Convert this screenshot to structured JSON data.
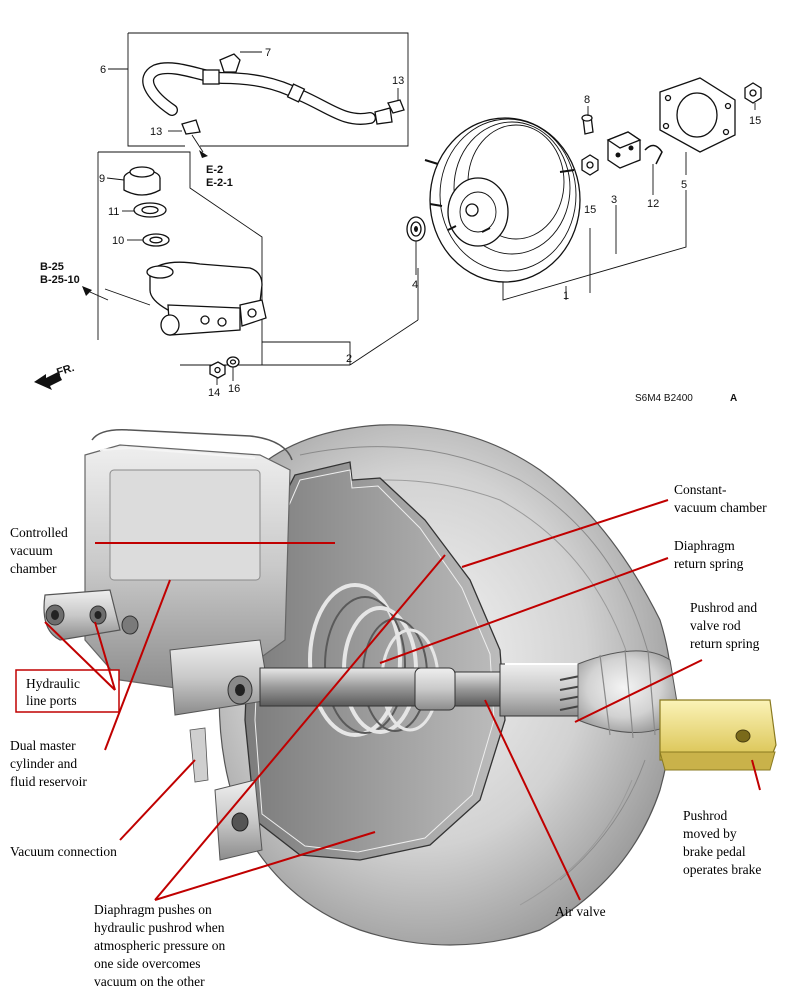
{
  "exploded_view": {
    "part_numbers": {
      "n1": "1",
      "n2": "2",
      "n3": "3",
      "n4": "4",
      "n5": "5",
      "n6": "6",
      "n7": "7",
      "n8": "8",
      "n9": "9",
      "n10": "10",
      "n11": "11",
      "n12": "12",
      "n13a": "13",
      "n13b": "13",
      "n14": "14",
      "n15a": "15",
      "n15b": "15",
      "n16": "16"
    },
    "refs": {
      "e2": "E-2",
      "e21": "E-2-1",
      "b25": "B-25",
      "b2510": "B-25-10",
      "front": "FR."
    },
    "diagram_code": "S6M4  B2400",
    "diagram_suffix": "A"
  },
  "cutaway_labels": {
    "controlled_1": "Controlled",
    "controlled_2": "vacuum",
    "controlled_3": "chamber",
    "hydraulic_1": "Hydraulic",
    "hydraulic_2": "line ports",
    "dual_1": "Dual master",
    "dual_2": "cylinder and",
    "dual_3": "fluid reservoir",
    "vacuum_connection": "Vacuum connection",
    "diaphragm_1": "Diaphragm pushes on",
    "diaphragm_2": "hydraulic pushrod when",
    "diaphragm_3": "atmospheric pressure on",
    "diaphragm_4": "one side overcomes",
    "diaphragm_5": "vacuum on the other",
    "air_valve": "Air valve",
    "constant_1": "Constant-",
    "constant_2": "vacuum chamber",
    "return_1": "Diaphragm",
    "return_2": "return spring",
    "pushrod_valve_1": "Pushrod and",
    "pushrod_valve_2": "valve rod",
    "pushrod_valve_3": "return spring",
    "pedal_1": "Pushrod",
    "pedal_2": "moved by",
    "pedal_3": "brake pedal",
    "pedal_4": "operates brake"
  },
  "colors": {
    "leader_red": "#c00000",
    "highlight_border": "#c00000",
    "pushrod_yellow": "#f2e27a"
  }
}
